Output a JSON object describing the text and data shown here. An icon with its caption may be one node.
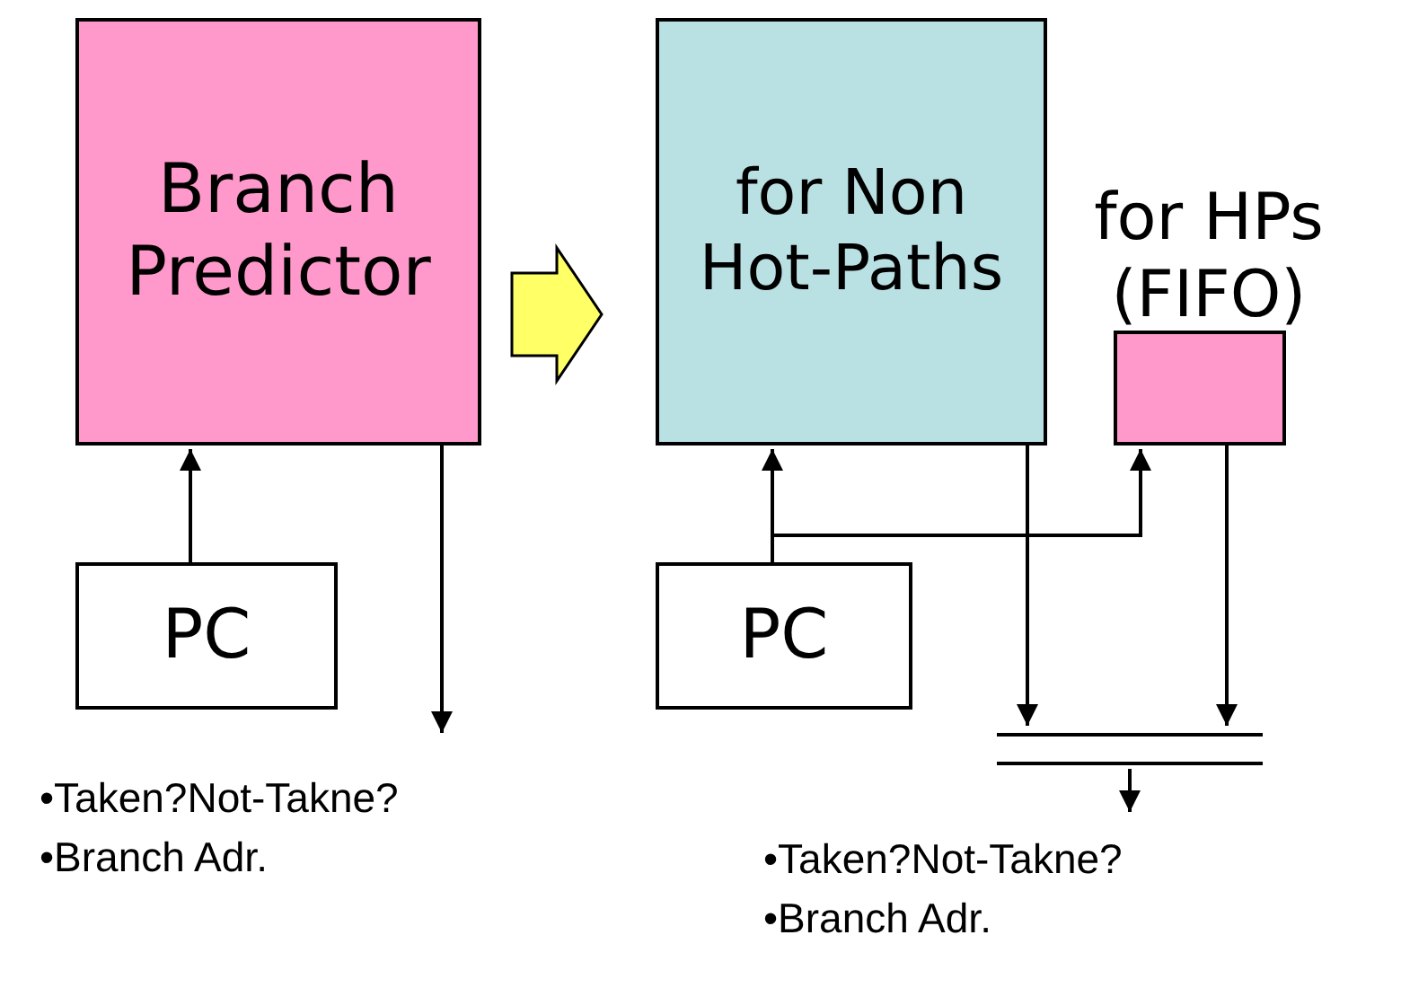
{
  "diagram": {
    "nodes": [
      {
        "text": [
          "Branch Predictor"
        ]
      },
      {
        "text": [
          "PC"
        ]
      },
      {
        "text": [
          "•Taken?Not-Takne?",
          "•Branch Adr."
        ]
      },
      {
        "text": [
          "for Non Hot-Paths"
        ]
      },
      {
        "text": [
          "for HPs (FIFO)"
        ]
      },
      {
        "text": [
          "PC"
        ]
      },
      {
        "text": [],
        "shape": "bar"
      },
      {
        "text": [
          "•Taken?Not-Takne?",
          "•Branch Adr."
        ]
      }
    ],
    "edges": [
      {
        "from": 1,
        "to": 0,
        "arrow": "to"
      },
      {
        "from": 0,
        "to": 2,
        "arrow": "to"
      },
      {
        "from": 0,
        "to": 3,
        "arrow": "to",
        "style": "thick",
        "color": "#ffff66"
      },
      {
        "from": 5,
        "to": 3,
        "arrow": "to"
      },
      {
        "from": 5,
        "to": 4,
        "arrow": "to"
      },
      {
        "from": 3,
        "to": 6,
        "arrow": "to"
      },
      {
        "from": 4,
        "to": 6,
        "arrow": "to"
      },
      {
        "from": 6,
        "to": 7,
        "arrow": "to"
      }
    ]
  }
}
